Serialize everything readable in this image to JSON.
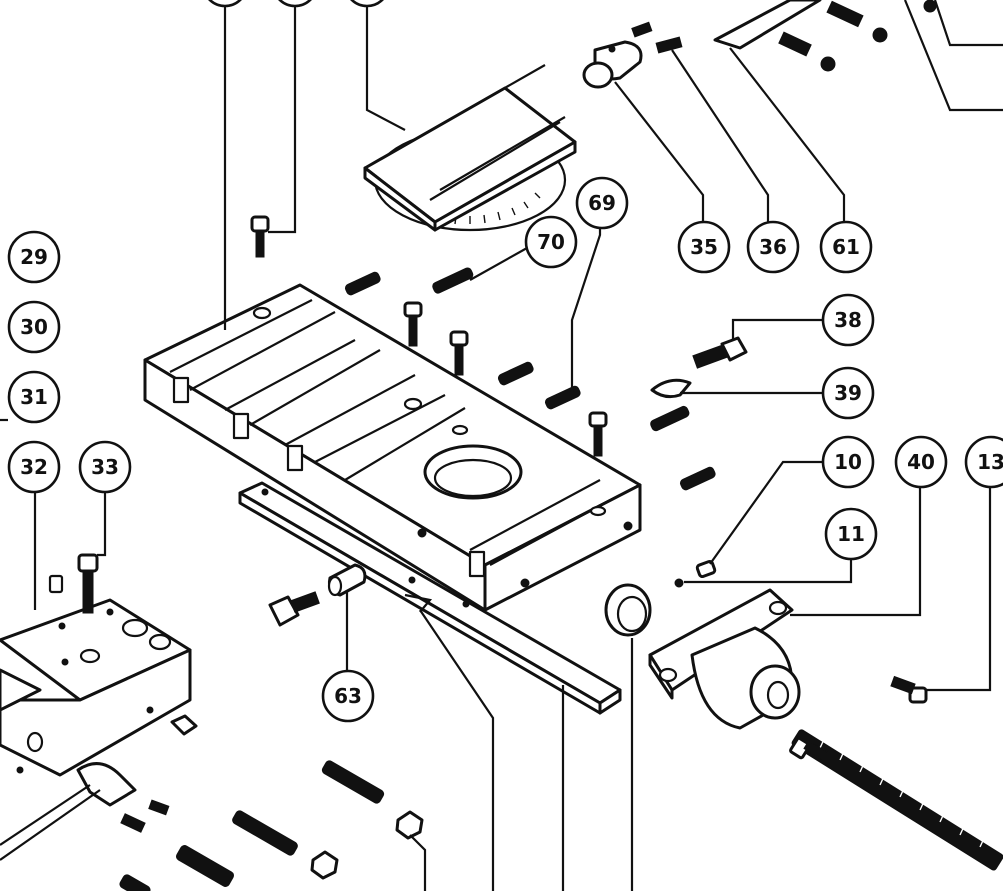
{
  "callouts": [
    {
      "id": "c29",
      "label": "29"
    },
    {
      "id": "c30",
      "label": "30"
    },
    {
      "id": "c31",
      "label": "31"
    },
    {
      "id": "c32",
      "label": "32"
    },
    {
      "id": "c33",
      "label": "33"
    },
    {
      "id": "c35",
      "label": "35"
    },
    {
      "id": "c36",
      "label": "36"
    },
    {
      "id": "c61",
      "label": "61"
    },
    {
      "id": "c69",
      "label": "69"
    },
    {
      "id": "c70",
      "label": "70"
    },
    {
      "id": "c38",
      "label": "38"
    },
    {
      "id": "c39",
      "label": "39"
    },
    {
      "id": "c10",
      "label": "10"
    },
    {
      "id": "c40",
      "label": "40"
    },
    {
      "id": "c13",
      "label": "13"
    },
    {
      "id": "c11",
      "label": "11"
    },
    {
      "id": "c63",
      "label": "63"
    }
  ],
  "colors": {
    "ink": "#111111",
    "paper": "#ffffff"
  }
}
